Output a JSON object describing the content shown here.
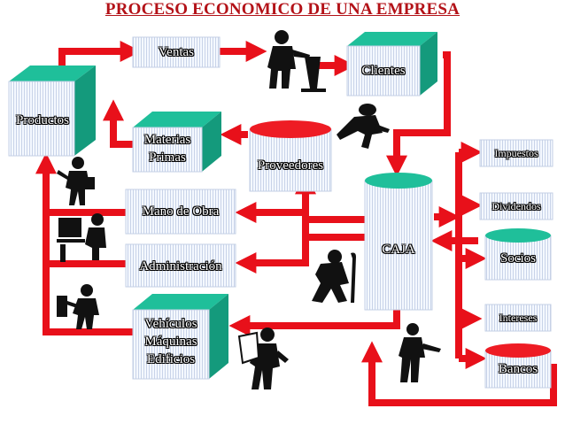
{
  "title": "PROCESO ECONOMICO DE UNA EMPRESA",
  "nodes": {
    "ventas": "Ventas",
    "clientes": "Clientes",
    "productos": "Productos",
    "materias": "Materias",
    "primas": "Primas",
    "proveedores": "Proveedores",
    "mano_obra": "Mano de Obra",
    "administracion": "Administración",
    "vehiculos": "Vehículos",
    "maquinas": "Máquinas",
    "edificios": "Edificios",
    "caja": "CAJA",
    "impuestos": "Impuestos",
    "dividendos": "Dividendos",
    "socios": "Socios",
    "intereses": "Intereses",
    "bancos": "Bancos"
  },
  "colors": {
    "arrow": "#e8101a",
    "box_top": "#1fbf9a",
    "box_face": "#f4f8ff",
    "title": "#b31218",
    "figure": "#111111"
  },
  "figure_icons": [
    "salesman-icon",
    "runner-icon",
    "mechanic-icon",
    "computer-worker-icon",
    "crouching-worker-icon",
    "electrician-icon",
    "reader-icon",
    "engineer-icon"
  ]
}
